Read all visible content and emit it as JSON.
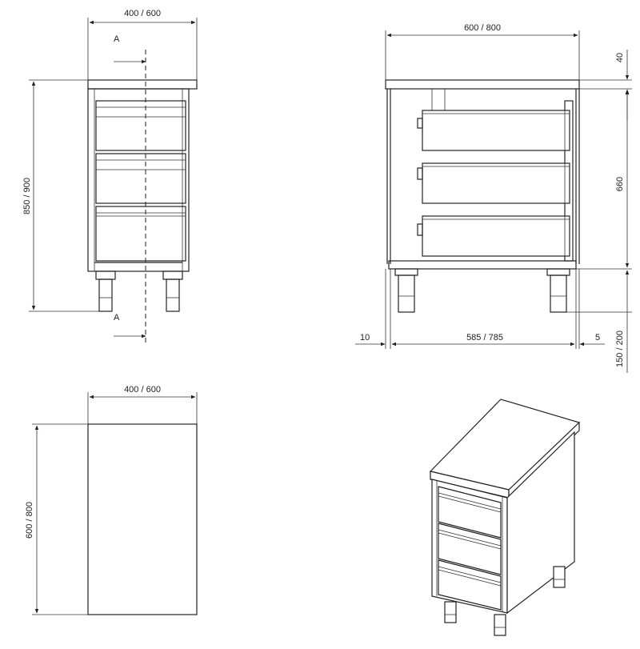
{
  "front_view": {
    "width_label": "400 / 600",
    "height_label": "850 / 900",
    "section_top": "A",
    "section_bottom": "A"
  },
  "section_view": {
    "width_label": "600 / 800",
    "top_thickness_label": "40",
    "drawer_height_label": "660",
    "leg_height_label": "150 / 200",
    "left_offset_label": "10",
    "inner_depth_label": "585 / 785",
    "right_offset_label": "5"
  },
  "top_view": {
    "width_label": "400 / 600",
    "depth_label": "600 / 800"
  }
}
